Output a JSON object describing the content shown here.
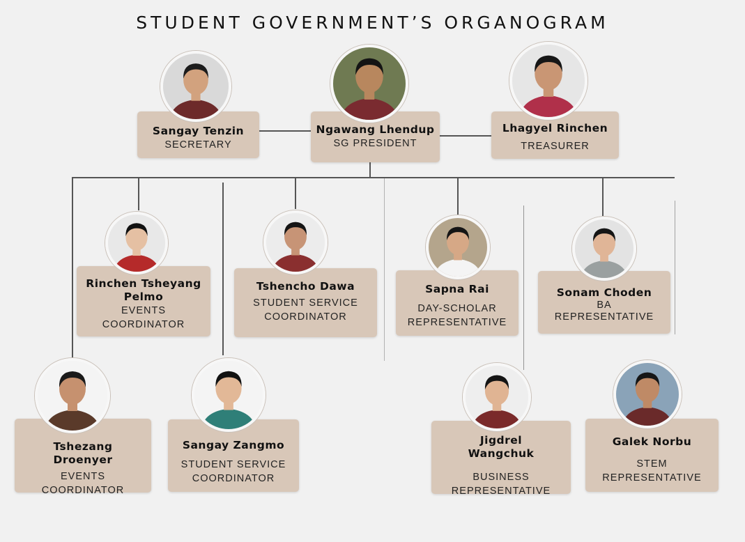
{
  "title": "STUDENT GOVERNMENT’S ORGANOGRAM",
  "people": [
    {
      "name": "Sangay Tenzin",
      "role": "SECRETARY",
      "bg": "#d9d9d9",
      "skin": "#d2a27e",
      "hair": "#1c1c1c",
      "cloth": "#6d2a2a"
    },
    {
      "name": "Ngawang Lhendup",
      "role": "SG PRESIDENT",
      "bg": "#6f7a52",
      "skin": "#b8875e",
      "hair": "#141414",
      "cloth": "#7a2b30"
    },
    {
      "name": "Lhagyel Rinchen",
      "role": "TREASURER",
      "bg": "#e6e6e6",
      "skin": "#c99674",
      "hair": "#161616",
      "cloth": "#b0304a"
    },
    {
      "name": "Rinchen Tsheyang Pelmo",
      "role": "EVENTS COORDINATOR",
      "bg": "#e8e8e8",
      "skin": "#e5c0a3",
      "hair": "#111111",
      "cloth": "#b52a2a"
    },
    {
      "name": "Tshencho Dawa",
      "role": "STUDENT SERVICE COORDINATOR",
      "bg": "#ececec",
      "skin": "#c79476",
      "hair": "#151515",
      "cloth": "#8a2f2f"
    },
    {
      "name": "Sapna Rai",
      "role": "DAY-SCHOLAR REPRESENTATIVE",
      "bg": "#b4a58c",
      "skin": "#d6a886",
      "hair": "#151515",
      "cloth": "#f4f4f4"
    },
    {
      "name": "Sonam Choden",
      "role": "BA REPRESENTATIVE",
      "bg": "#e3e3e3",
      "skin": "#e0b597",
      "hair": "#151515",
      "cloth": "#9aa0a0"
    },
    {
      "name": "Tshezang Droenyer",
      "role": "EVENTS COORDINATOR",
      "bg": "#f4f4f4",
      "skin": "#c6916f",
      "hair": "#1a1a1a",
      "cloth": "#5a3a2a"
    },
    {
      "name": "Sangay Zangmo",
      "role": "STUDENT SERVICE COORDINATOR",
      "bg": "#f4f4f4",
      "skin": "#e2b897",
      "hair": "#121212",
      "cloth": "#2f7f78"
    },
    {
      "name": "Jigdrel Wangchuk",
      "role": "BUSINESS REPRESENTATIVE",
      "bg": "#eeeeee",
      "skin": "#e0b493",
      "hair": "#151515",
      "cloth": "#7a2a2a"
    },
    {
      "name": "Galek Norbu",
      "role": "STEM REPRESENTATIVE",
      "bg": "#8aa3b8",
      "skin": "#bf8a66",
      "hair": "#161616",
      "cloth": "#6a2a2a"
    }
  ]
}
